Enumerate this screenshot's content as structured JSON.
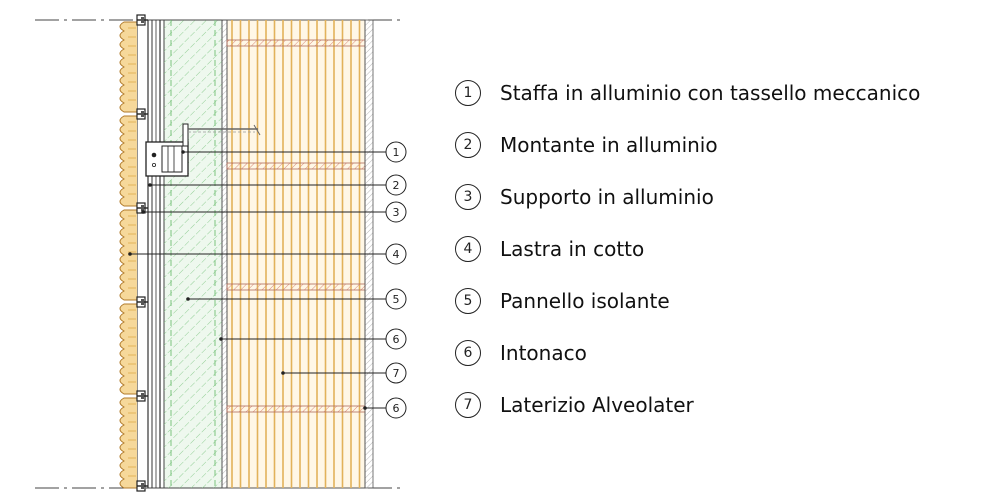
{
  "legend": [
    {
      "num": "1",
      "label": "Staffa in alluminio con tassello meccanico"
    },
    {
      "num": "2",
      "label": "Montante in alluminio"
    },
    {
      "num": "3",
      "label": "Supporto in alluminio"
    },
    {
      "num": "4",
      "label": "Lastra in cotto"
    },
    {
      "num": "5",
      "label": "Pannello isolante"
    },
    {
      "num": "6",
      "label": "Intonaco"
    },
    {
      "num": "7",
      "label": "Laterizio Alveolater"
    }
  ],
  "callouts": [
    "1",
    "2",
    "3",
    "4",
    "5",
    "6",
    "7",
    "6"
  ],
  "colors": {
    "terracotta": "#d9a441",
    "brick_stripe": "#e2b25a",
    "brick_hatch": "#d98b7a",
    "insulation": "#6fbf73",
    "plaster": "#9a9a9a",
    "metal": "#555555",
    "line": "#222222"
  }
}
